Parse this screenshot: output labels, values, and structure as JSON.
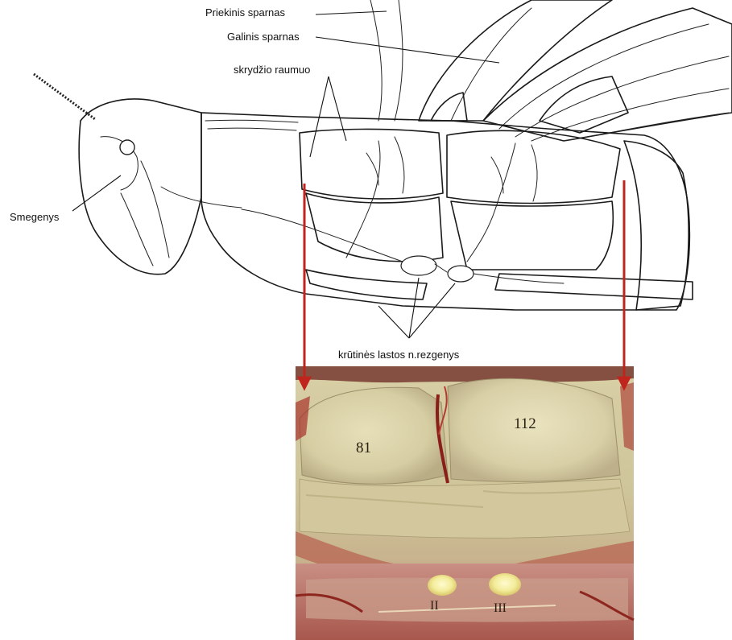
{
  "labels": {
    "forewing": "Priekinis sparnas",
    "hindwing": "Galinis sparnas",
    "flight_muscle": "skrydžio raumuo",
    "brain": "Smegenys",
    "thoracic_plexus": "krūtinės lastos n.rezgenys"
  },
  "photo": {
    "muscle_left": "81",
    "muscle_right": "112",
    "ganglion_left": "II",
    "ganglion_right": "III"
  },
  "colors": {
    "arrow": "#c0251d",
    "ink": "#1a1a1a",
    "muscle": "#d9d2a8",
    "tissue_red": "#a8322b",
    "ganglion": "#f3ec9a"
  }
}
